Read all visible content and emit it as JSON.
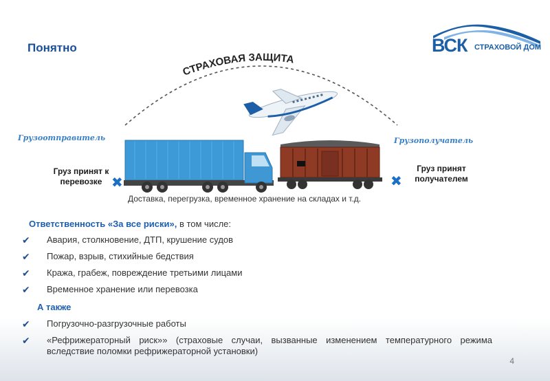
{
  "title": "Понятно",
  "logo": {
    "abbr": "ВСК",
    "text": "СТРАХОВОЙ ДОМ",
    "colors": {
      "primary": "#1d5fa6",
      "light": "#7fb3e6"
    }
  },
  "scene": {
    "arc_label": "СТРАХОВАЯ ЗАЩИТА",
    "sender_label": "Грузоотправитель",
    "receiver_label": "Грузополучатель",
    "left_status": "Груз принят к перевозке",
    "right_status": "Груз принят получателем",
    "caption": "Доставка, перегрузка, временное хранение на складах и т.д.",
    "icons": [
      "airplane-icon",
      "truck-icon",
      "railcar-icon",
      "cross-icon"
    ],
    "colors": {
      "truck": "#3d9ad6",
      "railcar": "#8f3a24",
      "accent": "#1c6fc4"
    }
  },
  "responsibility": {
    "heading_accent": "Ответственность «За все риски»,",
    "heading_rest": " в том числе:",
    "items": [
      "Авария, столкновение, ДТП, крушение судов",
      "Пожар, взрыв, стихийные бедствия",
      "Кража, грабеж, повреждение третьими лицами",
      "Временное хранение или перевозка"
    ]
  },
  "also": {
    "heading": "А также",
    "items": [
      "Погрузочно-разгрузочные работы",
      "«Рефрижераторный риск»» (страховые случаи, вызванные изменением температурного режима вследствие поломки рефрижераторной установки)"
    ]
  },
  "page_number": "4"
}
